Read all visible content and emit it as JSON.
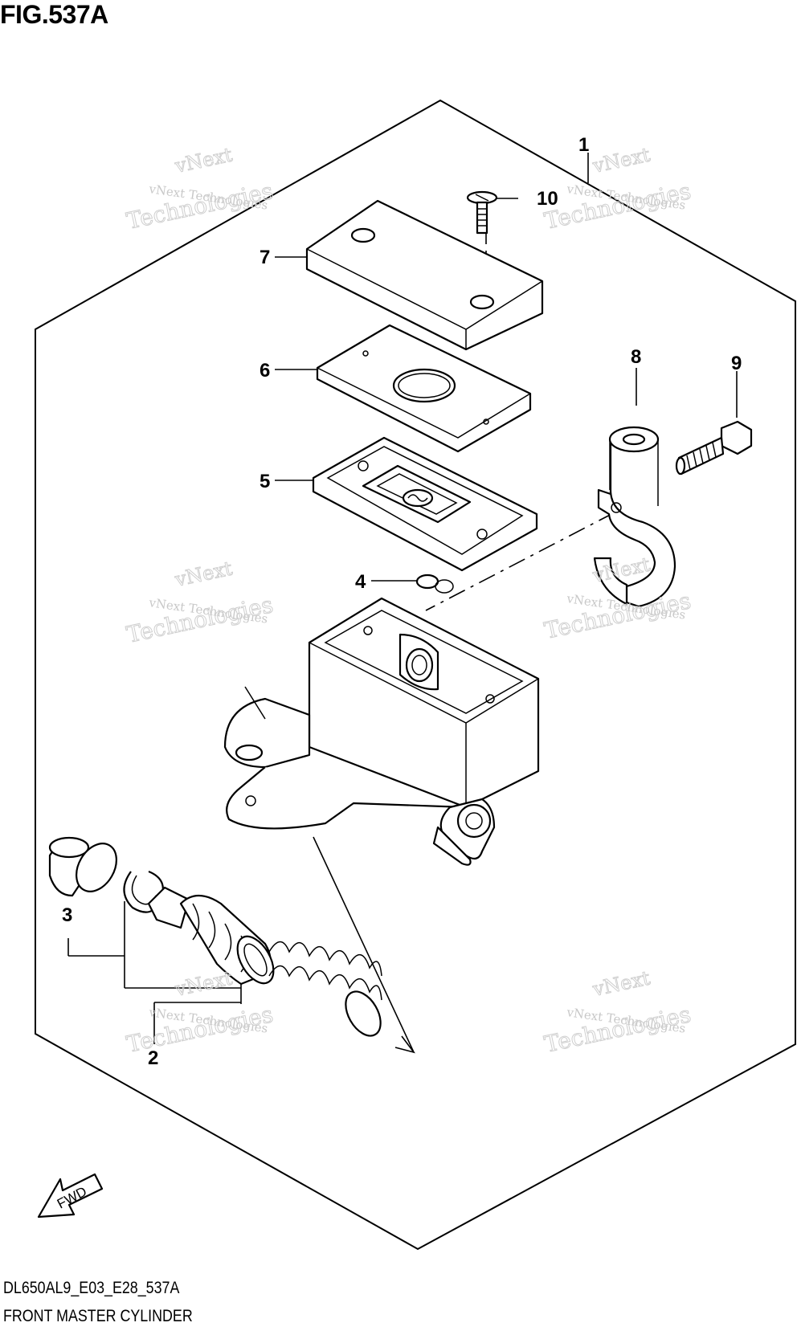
{
  "figure": {
    "title": "FIG.537A"
  },
  "footer": {
    "code": "DL650AL9_E03_E28_537A",
    "name": "FRONT MASTER CYLINDER"
  },
  "watermark": {
    "line1": "vNext Technologies",
    "big1": "vNext",
    "big2": "Technologies"
  },
  "callouts": {
    "c1": "1",
    "c2": "2",
    "c3": "3",
    "c4": "4",
    "c5": "5",
    "c6": "6",
    "c7": "7",
    "c8": "8",
    "c9": "9",
    "c10": "10"
  },
  "fwd": {
    "label": "FWD"
  }
}
